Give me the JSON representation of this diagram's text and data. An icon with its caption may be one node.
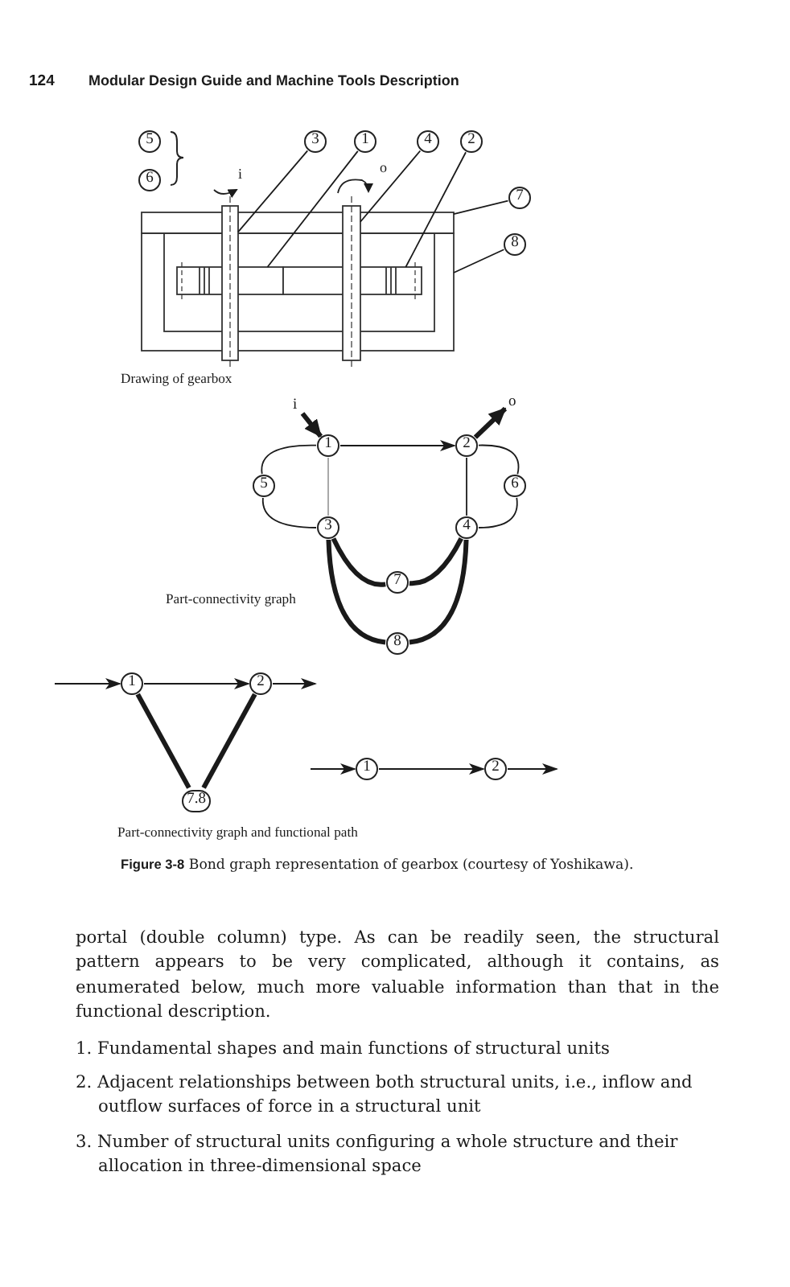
{
  "diagram": {
    "caption": "**Figure 3-8** Bond graph representation of gearbox (courtesy of Yoshikawa).",
    "nodes": [
      {
        "text": [
          "5"
        ]
      },
      {
        "text": [
          "6"
        ]
      },
      {
        "text": [
          "3"
        ]
      },
      {
        "text": [
          "1"
        ]
      },
      {
        "text": [
          "4"
        ]
      },
      {
        "text": [
          "2"
        ]
      },
      {
        "text": [
          "7"
        ]
      },
      {
        "text": [
          "8"
        ]
      },
      {
        "text": [
          "1"
        ]
      },
      {
        "text": [
          "2"
        ]
      },
      {
        "text": [
          "5"
        ]
      },
      {
        "text": [
          "6"
        ]
      },
      {
        "text": [
          "3"
        ]
      },
      {
        "text": [
          "4"
        ]
      },
      {
        "text": [
          "7"
        ]
      },
      {
        "text": [
          "8"
        ]
      },
      {
        "text": [
          "1"
        ]
      },
      {
        "text": [
          "2"
        ]
      },
      {
        "text": [
          "7.8"
        ]
      },
      {
        "text": [
          "1"
        ]
      },
      {
        "text": [
          "2"
        ]
      },
      {
        "text": [],
        "shape": "bar"
      },
      {
        "text": [],
        "shape": "box",
        "in": 26
      },
      {
        "text": [],
        "shape": "bar"
      },
      {
        "text": [],
        "shape": "box",
        "in": 26
      },
      {
        "text": [],
        "shape": "box"
      },
      {
        "text": [],
        "shape": "box"
      }
    ],
    "edges": [
      {
        "from": 2,
        "to": 21,
        "arrow": "none"
      },
      {
        "from": 3,
        "to": 22,
        "arrow": "none"
      },
      {
        "from": 4,
        "to": 23,
        "arrow": "none"
      },
      {
        "from": 5,
        "to": 24,
        "arrow": "none"
      },
      {
        "from": 6,
        "to": 25,
        "arrow": "none"
      },
      {
        "from": 7,
        "to": 26,
        "arrow": "none"
      },
      {
        "from": null,
        "to": 8,
        "arrow": "to",
        "label": "i",
        "style": "thick"
      },
      {
        "from": 9,
        "to": null,
        "arrow": "to",
        "label": "o",
        "style": "thick"
      },
      {
        "from": 8,
        "to": 9,
        "arrow": "to"
      },
      {
        "from": 8,
        "to": 10,
        "arrow": "none"
      },
      {
        "from": 10,
        "to": 12,
        "arrow": "none"
      },
      {
        "from": 8,
        "to": 12,
        "arrow": "none",
        "color": "#a0a0a0"
      },
      {
        "from": 9,
        "to": 11,
        "arrow": "none"
      },
      {
        "from": 11,
        "to": 13,
        "arrow": "none"
      },
      {
        "from": 9,
        "to": 13,
        "arrow": "none"
      },
      {
        "from": 12,
        "to": 14,
        "arrow": "none",
        "style": "thick"
      },
      {
        "from": 14,
        "to": 13,
        "arrow": "none",
        "style": "thick"
      },
      {
        "from": 12,
        "to": 15,
        "arrow": "none",
        "style": "thick"
      },
      {
        "from": 15,
        "to": 13,
        "arrow": "none",
        "style": "thick"
      },
      {
        "from": null,
        "to": 16,
        "arrow": "to"
      },
      {
        "from": 16,
        "to": 17,
        "arrow": "to"
      },
      {
        "from": 16,
        "to": 18,
        "arrow": "none",
        "style": "thick"
      },
      {
        "from": 18,
        "to": 17,
        "arrow": "none",
        "style": "thick"
      },
      {
        "from": 17,
        "to": null,
        "arrow": "to"
      },
      {
        "from": null,
        "to": 19,
        "arrow": "to"
      },
      {
        "from": 19,
        "to": 20,
        "arrow": "to"
      },
      {
        "from": 20,
        "to": null,
        "arrow": "to"
      }
    ],
    "labels": [
      "124",
      "Modular Design Guide and Machine Tools Description",
      "i",
      "o",
      "Drawing of gearbox",
      "Part-connectivity graph",
      "Part-connectivity graph and functional path",
      "portal (double column) type. As can be readily seen, the structural pattern appears to be very complicated, although it contains, as enumerated below, much more valuable information than that in the functional description.",
      "1. Fundamental shapes and main functions of structural units",
      "2. Adjacent relationships between both structural units, i.e., inflow and outflow surfaces of force in a structural unit",
      "3. Number of structural units configuring a whole structure and their allocation in three-dimensional space"
    ]
  }
}
